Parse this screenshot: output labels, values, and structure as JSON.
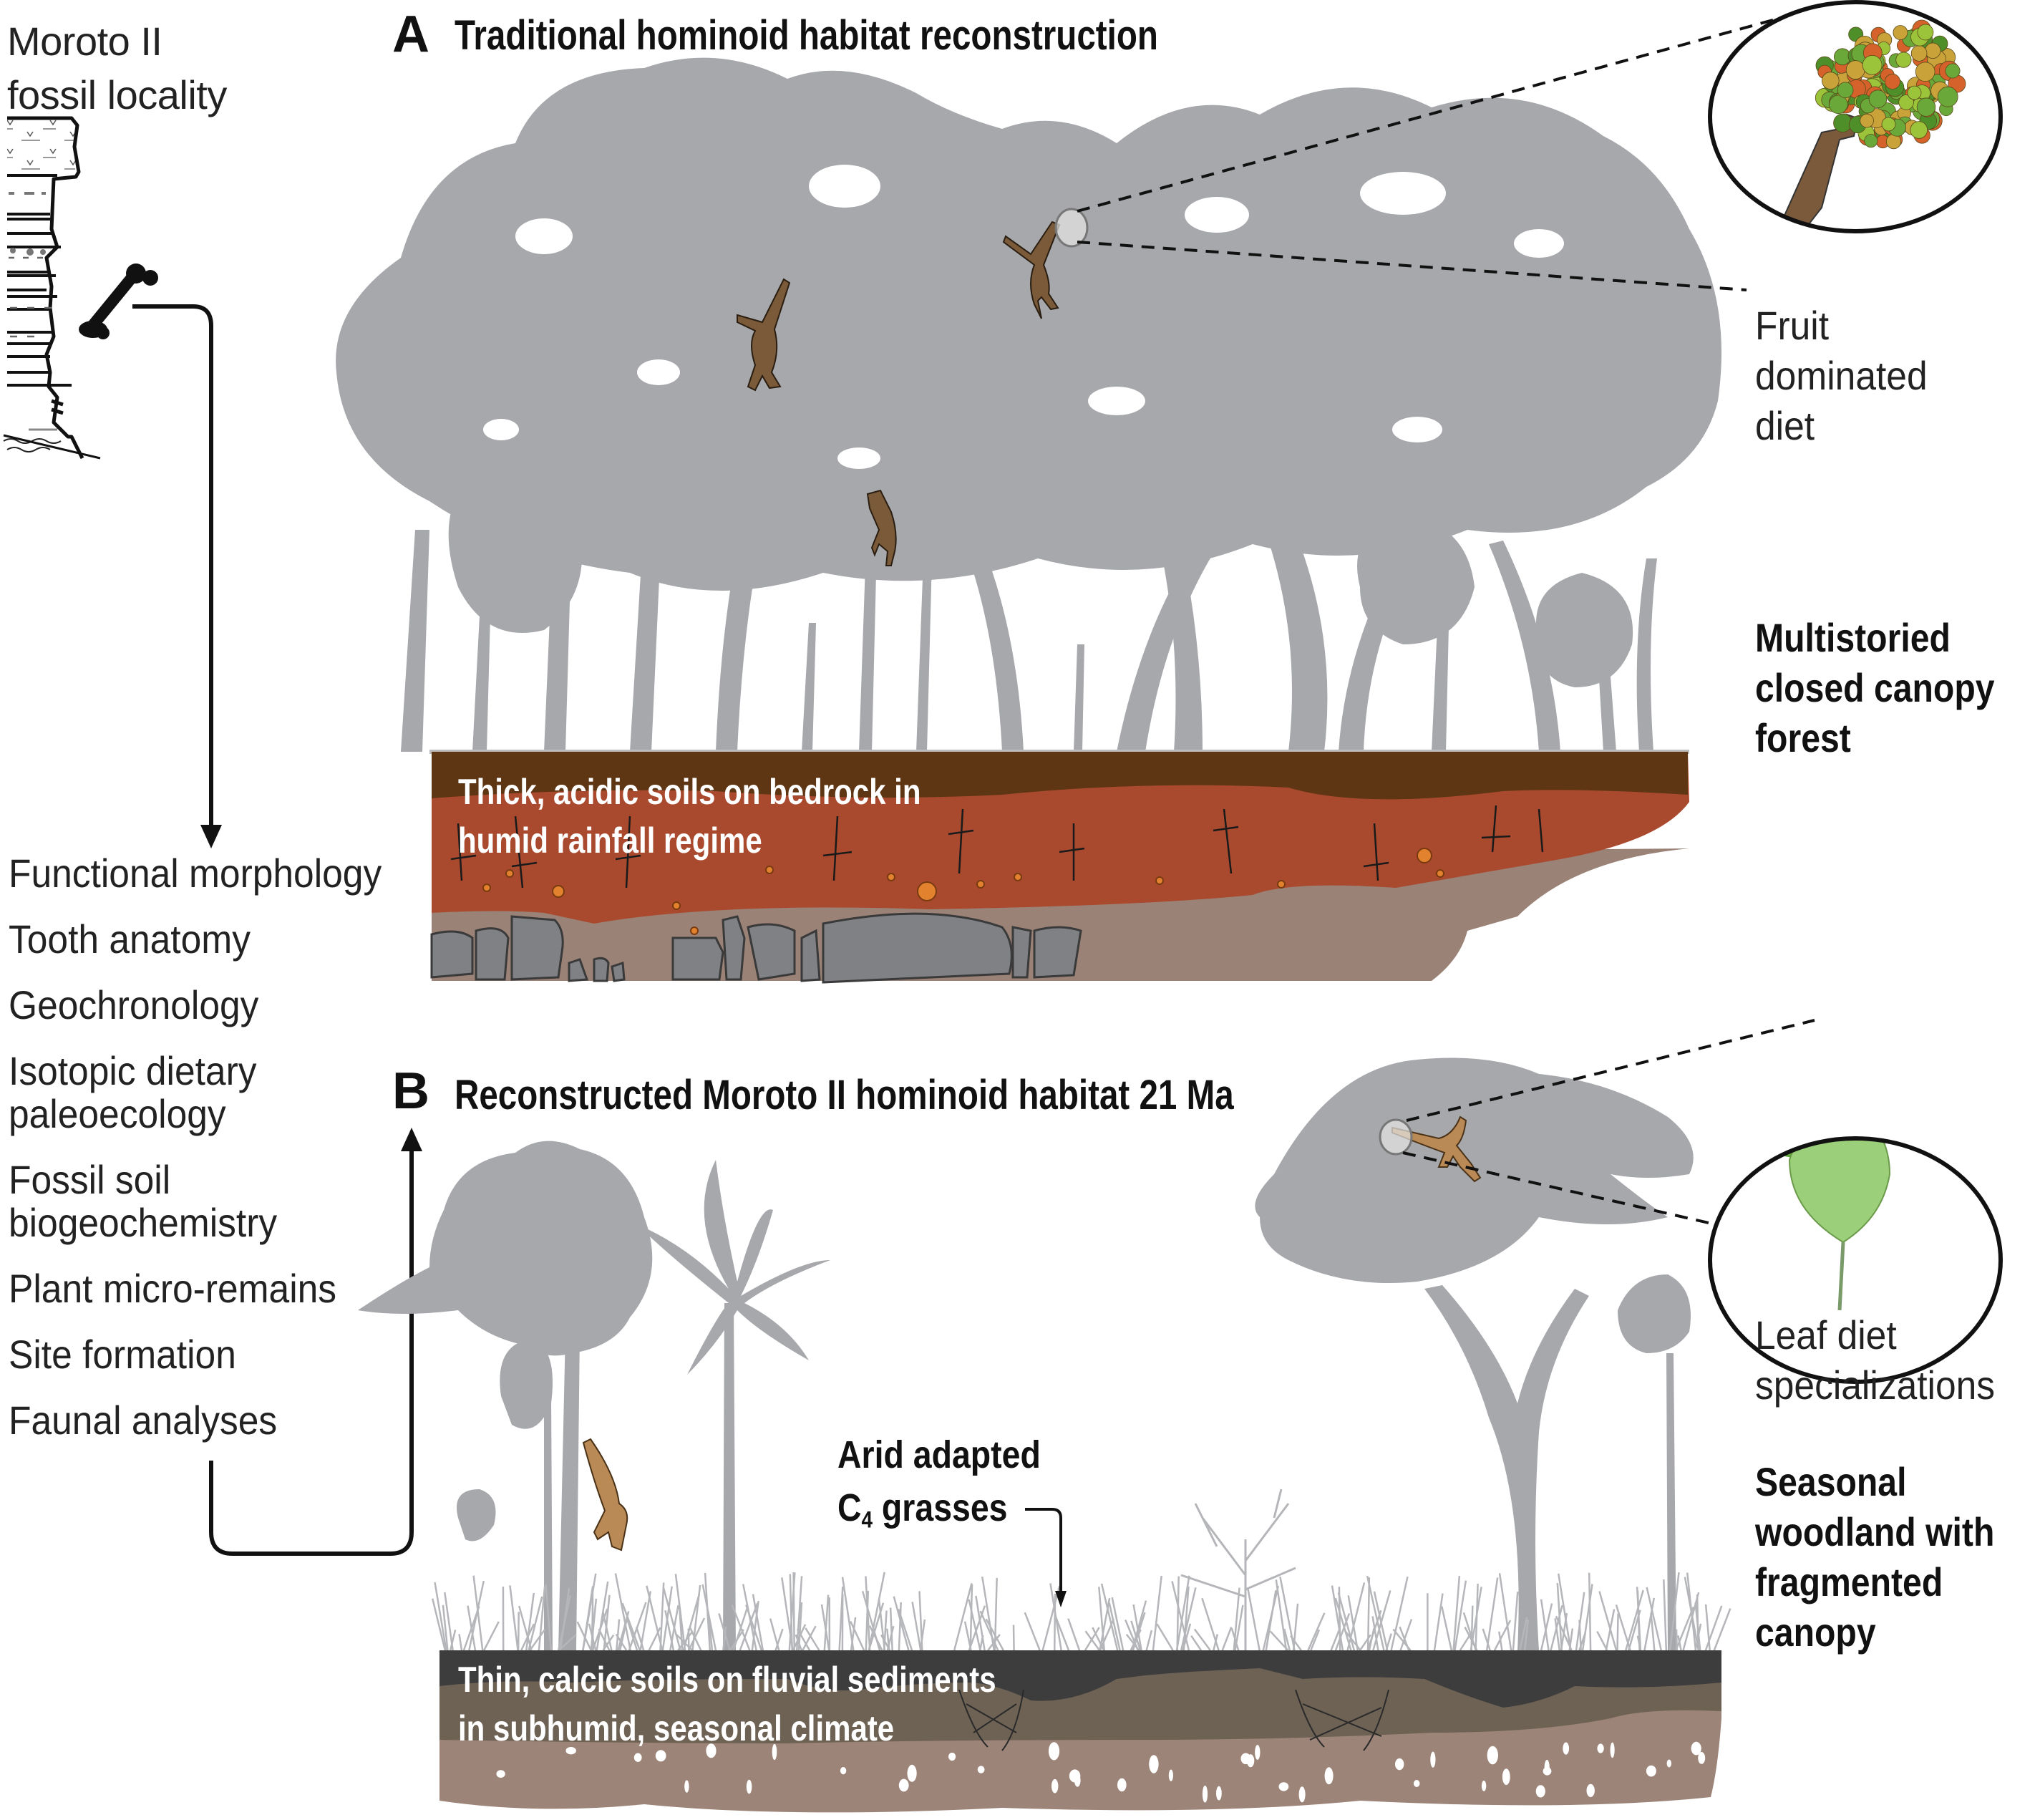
{
  "locality": {
    "title_line1": "Moroto II",
    "title_line2": "fossil locality"
  },
  "methods": [
    "Functional morphology",
    "Tooth anatomy",
    "Geochronology",
    "Isotopic dietary paleoecology",
    "Fossil soil biogeochemistry",
    "Plant micro-remains",
    "Site formation",
    "Faunal analyses"
  ],
  "methods_lines": [
    [
      "Functional morphology"
    ],
    [
      "Tooth anatomy"
    ],
    [
      "Geochronology"
    ],
    [
      "Isotopic dietary",
      "paleoecology"
    ],
    [
      "Fossil soil",
      "biogeochemistry"
    ],
    [
      "Plant micro-remains"
    ],
    [
      "Site formation"
    ],
    [
      "Faunal analyses"
    ]
  ],
  "panel_a": {
    "letter": "A",
    "title": "Traditional hominoid habitat reconstruction",
    "diet_label_lines": [
      "Fruit",
      "dominated",
      "diet"
    ],
    "habitat_label_lines": [
      "Multistoried",
      "closed canopy",
      "forest"
    ],
    "soil_label_lines": [
      "Thick, acidic soils on bedrock in",
      "humid rainfall regime"
    ],
    "hominoid_count": 3,
    "inset": "fruit-cluster-inset"
  },
  "panel_b": {
    "letter": "B",
    "title": "Reconstructed Moroto II hominoid habitat 21 Ma",
    "diet_label_lines": [
      "Leaf diet",
      "specializations"
    ],
    "habitat_label_lines": [
      "Seasonal",
      "woodland with",
      "fragmented",
      "canopy"
    ],
    "grass_label_line1": "Arid adapted",
    "grass_label_c": "C",
    "grass_label_sub": "4",
    "grass_label_rest": " grasses",
    "soil_label_lines": [
      "Thin, calcic soils on fluvial sediments",
      "in subhumid, seasonal climate"
    ],
    "hominoid_count": 2,
    "inset": "leaf-inset"
  },
  "colors": {
    "vegetation_gray": "#a7a8ab",
    "hominoid_a": "#7a5a38",
    "hominoid_b": "#b98a55",
    "soil_a_top": "#5f3613",
    "soil_a_mid": "#a94a2f",
    "soil_a_low": "#9b8276",
    "bedrock": "#7f8185",
    "soil_b_top": "#3d3d3d",
    "soil_b_mid": "#6e6255",
    "soil_b_low": "#9c8478",
    "nodule_orange": "#e2822e",
    "leaf_green": "#5fa83a",
    "fruit_green": "#6aa83a",
    "fruit_red": "#d4622a",
    "arm_brown_a": "#7b5a3b",
    "arm_brown_b": "#b58a5a"
  }
}
